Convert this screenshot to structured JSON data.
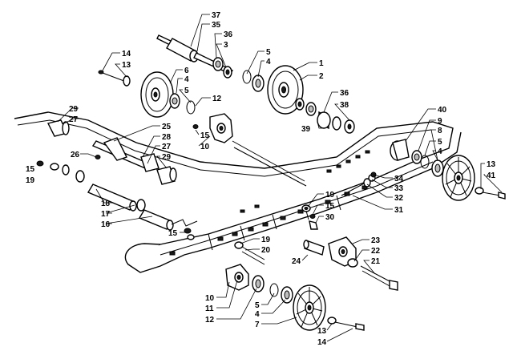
{
  "callouts": [
    {
      "id": "c37",
      "text": "37"
    },
    {
      "id": "c35",
      "text": "35"
    },
    {
      "id": "c36a",
      "text": "36"
    },
    {
      "id": "c3",
      "text": "3"
    },
    {
      "id": "c5a",
      "text": "5"
    },
    {
      "id": "c4a",
      "text": "4"
    },
    {
      "id": "c1",
      "text": "1"
    },
    {
      "id": "c2",
      "text": "2"
    },
    {
      "id": "c14a",
      "text": "14"
    },
    {
      "id": "c13a",
      "text": "13"
    },
    {
      "id": "c6",
      "text": "6"
    },
    {
      "id": "c4b",
      "text": "4"
    },
    {
      "id": "c5b",
      "text": "5"
    },
    {
      "id": "c12a",
      "text": "12"
    },
    {
      "id": "c36b",
      "text": "36"
    },
    {
      "id": "c38",
      "text": "38"
    },
    {
      "id": "c39",
      "text": "39"
    },
    {
      "id": "c40",
      "text": "40"
    },
    {
      "id": "c9",
      "text": "9"
    },
    {
      "id": "c8",
      "text": "8"
    },
    {
      "id": "c5c",
      "text": "5"
    },
    {
      "id": "c4c",
      "text": "4"
    },
    {
      "id": "c29a",
      "text": "29"
    },
    {
      "id": "c27a",
      "text": "27"
    },
    {
      "id": "c25",
      "text": "25"
    },
    {
      "id": "c28",
      "text": "28"
    },
    {
      "id": "c27b",
      "text": "27"
    },
    {
      "id": "c29b",
      "text": "29"
    },
    {
      "id": "c26",
      "text": "26"
    },
    {
      "id": "c15a",
      "text": "15"
    },
    {
      "id": "c10a",
      "text": "10"
    },
    {
      "id": "c15b",
      "text": "15"
    },
    {
      "id": "c19a",
      "text": "19"
    },
    {
      "id": "c34",
      "text": "34"
    },
    {
      "id": "c33",
      "text": "33"
    },
    {
      "id": "c32",
      "text": "32"
    },
    {
      "id": "c31",
      "text": "31"
    },
    {
      "id": "c13b",
      "text": "13"
    },
    {
      "id": "c41",
      "text": "41"
    },
    {
      "id": "c19b",
      "text": "19"
    },
    {
      "id": "c15c",
      "text": "15"
    },
    {
      "id": "c30",
      "text": "30"
    },
    {
      "id": "c18",
      "text": "18"
    },
    {
      "id": "c17",
      "text": "17"
    },
    {
      "id": "c16",
      "text": "16"
    },
    {
      "id": "c15d",
      "text": "15"
    },
    {
      "id": "c19c",
      "text": "19"
    },
    {
      "id": "c20",
      "text": "20"
    },
    {
      "id": "c23",
      "text": "23"
    },
    {
      "id": "c24",
      "text": "24"
    },
    {
      "id": "c22",
      "text": "22"
    },
    {
      "id": "c21",
      "text": "21"
    },
    {
      "id": "c10b",
      "text": "10"
    },
    {
      "id": "c11",
      "text": "11"
    },
    {
      "id": "c12b",
      "text": "12"
    },
    {
      "id": "c5d",
      "text": "5"
    },
    {
      "id": "c4d",
      "text": "4"
    },
    {
      "id": "c7",
      "text": "7"
    },
    {
      "id": "c13c",
      "text": "13"
    },
    {
      "id": "c14b",
      "text": "14"
    }
  ]
}
